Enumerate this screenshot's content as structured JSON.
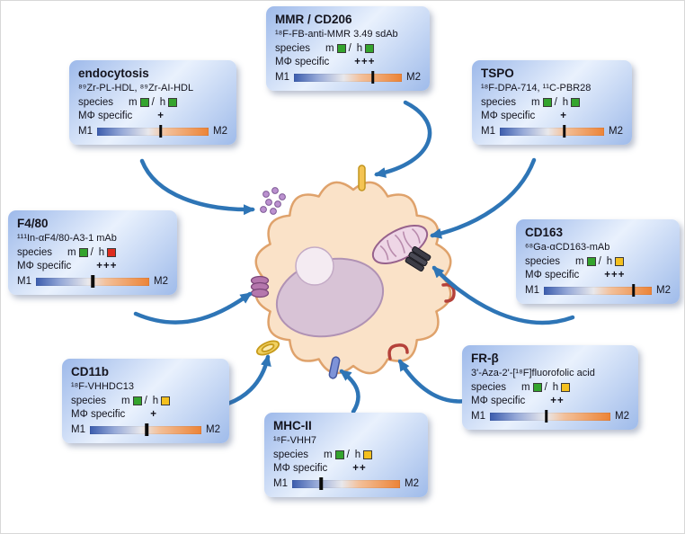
{
  "labels": {
    "species": "species",
    "m": "m",
    "slash": "/",
    "h": "h",
    "mphi_specific": "MΦ specific",
    "m1": "M1",
    "m2": "M2"
  },
  "colors": {
    "arrow": "#2e75b6",
    "species_green": "#34a42d",
    "species_red": "#dd2c1e",
    "species_yellow": "#f4c01e"
  },
  "boxes": {
    "mmr": {
      "title": "MMR / CD206",
      "tracer": "¹⁸F-FB-anti-MMR 3.49 sdAb",
      "mouse_color": "#34a42d",
      "human_color": "#34a42d",
      "specificity": "+++",
      "m1_m2_marker_percent": 73
    },
    "endocytosis": {
      "title": "endocytosis",
      "tracer": "⁸⁹Zr-PL-HDL, ⁸⁹Zr-AI-HDL",
      "mouse_color": "#34a42d",
      "human_color": "#34a42d",
      "specificity": "+",
      "m1_m2_marker_percent": 57
    },
    "tspo": {
      "title": "TSPO",
      "tracer": "¹⁸F-DPA-714, ¹¹C-PBR28",
      "mouse_color": "#34a42d",
      "human_color": "#34a42d",
      "specificity": "+",
      "m1_m2_marker_percent": 62
    },
    "f480": {
      "title": "F4/80",
      "tracer": "¹¹¹In-αF4/80-A3-1 mAb",
      "mouse_color": "#34a42d",
      "human_color": "#dd2c1e",
      "specificity": "+++",
      "m1_m2_marker_percent": 50
    },
    "cd163": {
      "title": "CD163",
      "tracer": "⁶⁸Ga-αCD163-mAb",
      "mouse_color": "#34a42d",
      "human_color": "#f4c01e",
      "specificity": "+++",
      "m1_m2_marker_percent": 83
    },
    "cd11b": {
      "title": "CD11b",
      "tracer": "¹⁸F-VHHDC13",
      "mouse_color": "#34a42d",
      "human_color": "#f4c01e",
      "specificity": "+",
      "m1_m2_marker_percent": 51
    },
    "mhcii": {
      "title": "MHC-II",
      "tracer": "¹⁸F-VHH7",
      "mouse_color": "#34a42d",
      "human_color": "#f4c01e",
      "specificity": "++",
      "m1_m2_marker_percent": 27
    },
    "frb": {
      "title": "FR-β",
      "tracer": "3'-Aza-2'-[¹⁸F]fluorofolic acid",
      "mouse_color": "#34a42d",
      "human_color": "#f4c01e",
      "specificity": "++",
      "m1_m2_marker_percent": 47
    }
  }
}
